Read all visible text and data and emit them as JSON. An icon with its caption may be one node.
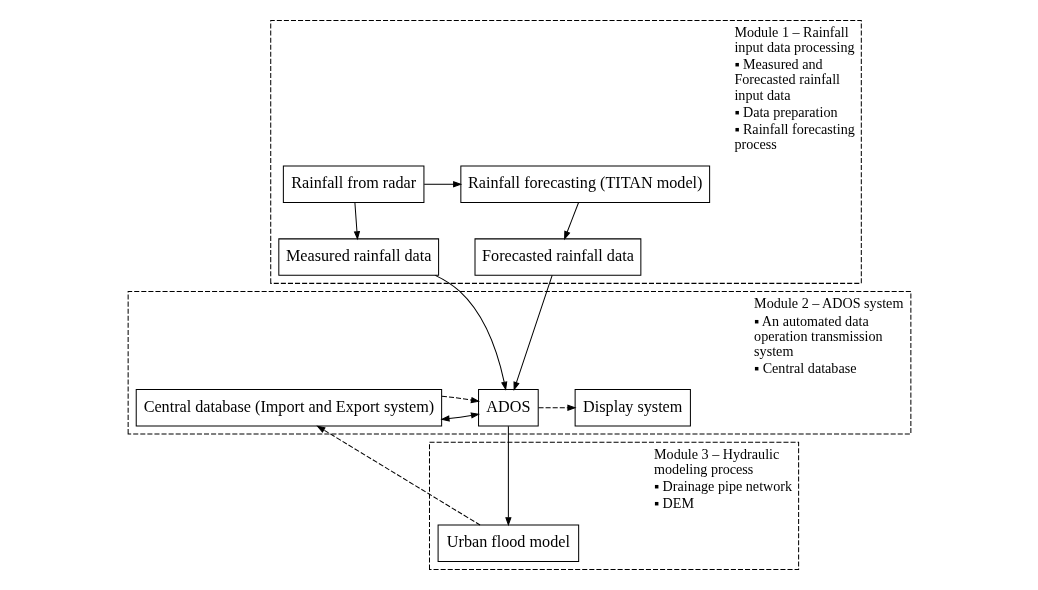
{
  "diagram": {
    "nodes": [
      {
        "text": [
          "Module 1 – Rainfall input data processing",
          "▪ Measured and Forecasted rainfall input data",
          "▪ Data preparation",
          "▪ Rainfall forecasting process"
        ]
      },
      {
        "text": [
          "Rainfall from radar"
        ],
        "in": 0
      },
      {
        "text": [
          "Rainfall forecasting (TITAN model)"
        ],
        "in": 0
      },
      {
        "text": [
          "Measured rainfall data"
        ],
        "in": 0
      },
      {
        "text": [
          "Forecasted rainfall data"
        ],
        "in": 0
      },
      {
        "text": [
          "Module 2 – ADOS system",
          "▪ An automated data operation transmission system",
          "▪ Central database"
        ]
      },
      {
        "text": [
          "Central database (Import and Export system)"
        ],
        "in": 5
      },
      {
        "text": [
          "ADOS"
        ],
        "in": 5
      },
      {
        "text": [
          "Display system"
        ],
        "in": 5
      },
      {
        "text": [
          "Module 3 – Hydraulic modeling process",
          "▪ Drainage pipe network",
          "▪ DEM"
        ]
      },
      {
        "text": [
          "Urban flood model"
        ],
        "in": 9
      }
    ],
    "edges": [
      {
        "from": 1,
        "to": 2,
        "arrow": "to"
      },
      {
        "from": 1,
        "to": 3,
        "arrow": "to"
      },
      {
        "from": 2,
        "to": 4,
        "arrow": "to"
      },
      {
        "from": 3,
        "to": 7,
        "arrow": "to"
      },
      {
        "from": 4,
        "to": 7,
        "arrow": "to"
      },
      {
        "from": 6,
        "to": 7,
        "arrow": "both"
      },
      {
        "from": 6,
        "to": 7,
        "arrow": "to",
        "style": "dashed"
      },
      {
        "from": 7,
        "to": 8,
        "arrow": "to",
        "style": "dashed"
      },
      {
        "from": 7,
        "to": 10,
        "arrow": "to"
      },
      {
        "from": 10,
        "to": 6,
        "arrow": "to",
        "style": "dashed"
      }
    ]
  }
}
